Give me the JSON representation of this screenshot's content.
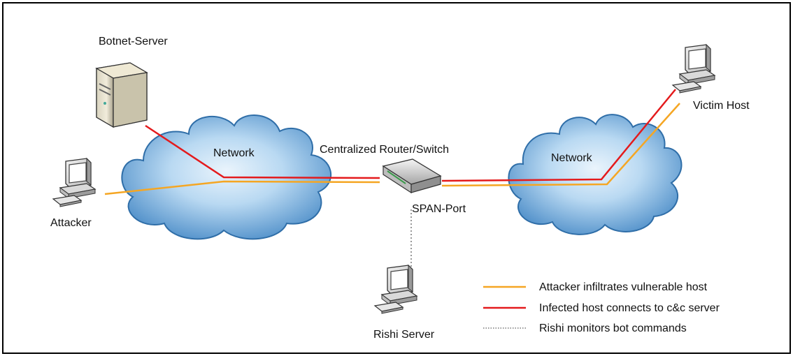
{
  "labels": {
    "botnet_server": "Botnet-Server",
    "attacker": "Attacker",
    "network_left": "Network",
    "router": "Centralized Router/Switch",
    "span_port": "SPAN-Port",
    "network_right": "Network",
    "victim": "Victim Host",
    "rishi": "Rishi Server"
  },
  "legend": [
    {
      "label": "Attacker infiltrates vulnerable host",
      "color": "#f5a623",
      "style": "solid"
    },
    {
      "label": "Infected host connects to c&c server",
      "color": "#e41a1c",
      "style": "solid"
    },
    {
      "label": "Rishi monitors bot commands",
      "color": "#888888",
      "style": "dotted"
    }
  ],
  "colors": {
    "orange_line": "#f5a623",
    "red_line": "#e41a1c",
    "cloud": "#8fbde6"
  }
}
